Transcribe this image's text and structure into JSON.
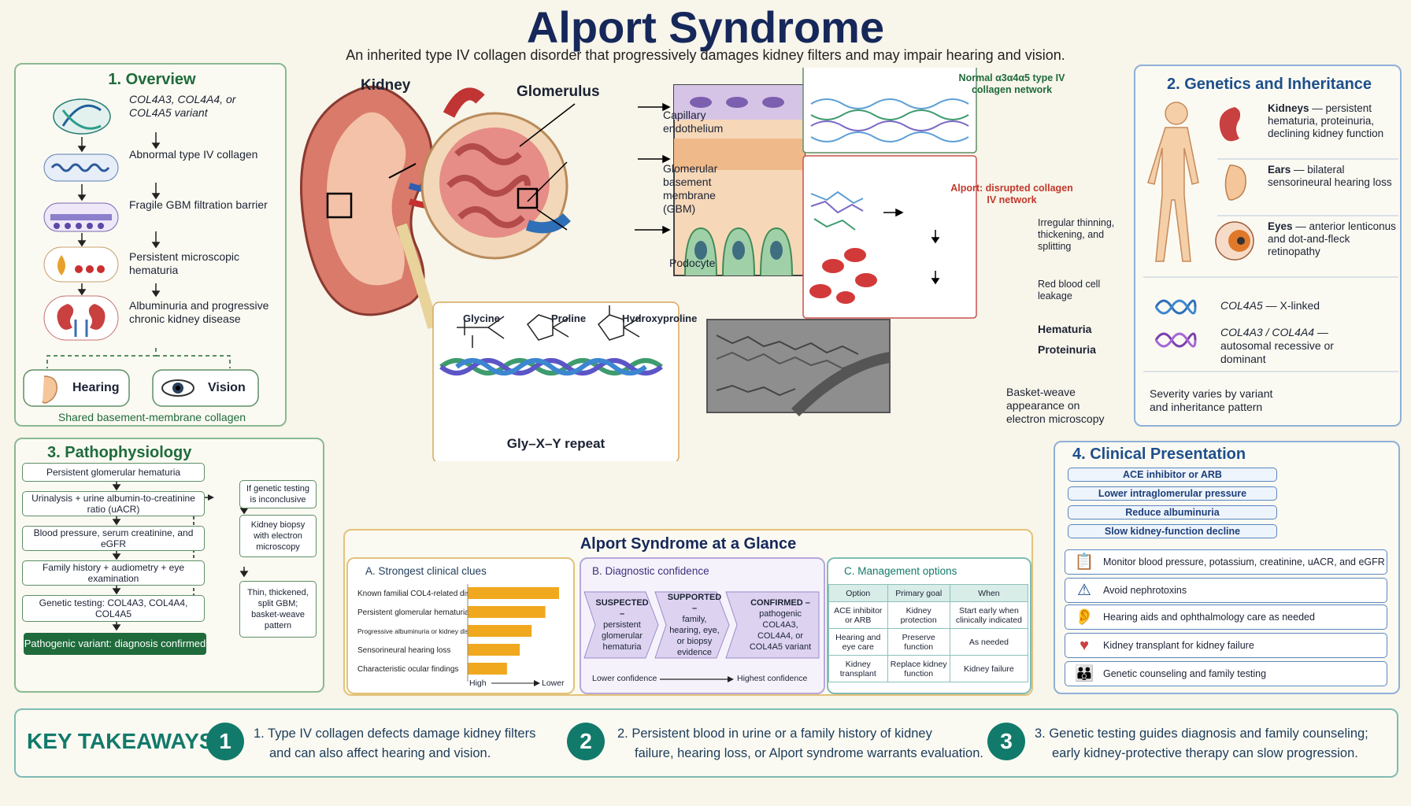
{
  "header": {
    "title": "Alport Syndrome",
    "subtitle": "An inherited type IV collagen disorder that progressively damages kidney filters and may impair hearing and vision."
  },
  "overview": {
    "heading": "1. Overview",
    "steps": [
      "COL4A3, COL4A4, or COL4A5 variant",
      "Abnormal type IV collagen",
      "Fragile GBM filtration barrier",
      "Persistent microscopic hematuria",
      "Albuminuria and progressive chronic kidney disease"
    ],
    "hearing": "Hearing",
    "vision": "Vision",
    "footer": "Shared basement-membrane collagen"
  },
  "anatomy": {
    "kidney": "Kidney",
    "glomerulus": "Glomerulus",
    "labels": [
      "Capillary endothelium",
      "Glomerular basement membrane (GBM)",
      "Podocyte"
    ],
    "normal_title": "Normal α3α4α5 type IV collagen network",
    "alport_title": "Alport: disrupted collagen IV network",
    "alport_steps": [
      "Irregular thinning, thickening, and splitting",
      "Red blood cell leakage",
      "Hematuria",
      "Proteinuria"
    ],
    "em_caption": "Basket-weave appearance on electron microscopy",
    "amino": [
      "Glycine",
      "Proline",
      "Hydroxyproline"
    ],
    "repeat": "Gly–X–Y  repeat"
  },
  "genetics": {
    "heading": "2. Genetics and Inheritance",
    "organs": [
      {
        "name": "Kidneys",
        "desc": " — persistent hematuria, proteinuria, declining kidney function"
      },
      {
        "name": "Ears",
        "desc": " — bilateral sensorineural hearing loss"
      },
      {
        "name": "Eyes",
        "desc": " — anterior lenticonus and dot-and-fleck retinopathy"
      }
    ],
    "genes": [
      {
        "gene": "COL4A5",
        "desc": " — X-linked"
      },
      {
        "gene": "COL4A3 / COL4A4",
        "desc": " — autosomal recessive or dominant"
      }
    ],
    "note": "Severity varies by variant and inheritance pattern"
  },
  "patho": {
    "heading": "3. Pathophysiology",
    "steps": [
      "Persistent glomerular hematuria",
      "Urinalysis + urine albumin-to-creatinine ratio (uACR)",
      "Blood pressure, serum creatinine, and eGFR",
      "Family history + audiometry + eye examination",
      "Genetic testing: COL4A3, COL4A4, COL4A5"
    ],
    "final": "Pathogenic variant: diagnosis confirmed",
    "side": [
      "If genetic testing is inconclusive",
      "Kidney biopsy with electron microscopy",
      "Thin, thickened, split GBM; basket-weave pattern"
    ]
  },
  "glance": {
    "heading": "Alport Syndrome at a Glance",
    "clues_heading": "A. Strongest clinical clues",
    "confidence_heading": "B. Diagnostic confidence",
    "management_heading": "C. Management options",
    "high": "High",
    "lower": "Lower",
    "chevrons": [
      {
        "title": "SUSPECTED –",
        "text": "persistent glomerular hematuria"
      },
      {
        "title": "SUPPORTED –",
        "text": "family, hearing, eye, or biopsy evidence"
      },
      {
        "title": "CONFIRMED –",
        "text": "pathogenic COL4A3, COL4A4, or COL4A5 variant"
      }
    ],
    "lower_confidence": "Lower confidence",
    "highest_confidence": "Highest confidence",
    "table": {
      "headers": [
        "Option",
        "Primary goal",
        "When"
      ],
      "rows": [
        [
          "ACE inhibitor or ARB",
          "Kidney protection",
          "Start early when clinically indicated"
        ],
        [
          "Hearing and eye care",
          "Preserve function",
          "As needed"
        ],
        [
          "Kidney transplant",
          "Replace kidney function",
          "Kidney failure"
        ]
      ]
    }
  },
  "chart_data": {
    "type": "bar",
    "categories": [
      "Known familial COL4-related disease",
      "Persistent glomerular hematuria",
      "Progressive albuminuria or kidney disease",
      "Sensorineural hearing loss",
      "Characteristic ocular findings"
    ],
    "values": [
      100,
      85,
      70,
      57,
      43
    ],
    "orientation": "horizontal",
    "color": "#f0a81e"
  },
  "clinical": {
    "heading": "4. Clinical Presentation",
    "flow": [
      "ACE inhibitor or ARB",
      "Lower intraglomerular pressure",
      "Reduce albuminuria",
      "Slow kidney-function decline"
    ],
    "items": [
      {
        "icon": "clipboard-icon",
        "glyph": "📋",
        "text": "Monitor blood pressure, potassium, creatinine, uACR, and eGFR"
      },
      {
        "icon": "warning-icon",
        "glyph": "⚠",
        "text": "Avoid nephrotoxins"
      },
      {
        "icon": "ear-eye-icon",
        "glyph": "👂",
        "text": "Hearing aids and ophthalmology care as needed"
      },
      {
        "icon": "kidney-icon",
        "glyph": "♥",
        "text": "Kidney transplant for kidney failure"
      },
      {
        "icon": "family-icon",
        "glyph": "👪",
        "text": "Genetic counseling and family testing"
      }
    ]
  },
  "takeaways": {
    "heading": "KEY TAKEAWAYS",
    "items": [
      {
        "num": "1",
        "line1": "1. Type IV collagen defects damage kidney filters",
        "line2": "and can also affect hearing and vision."
      },
      {
        "num": "2",
        "line1": "2. Persistent blood in urine or a family history of kidney",
        "line2": "failure, hearing loss, or Alport syndrome warrants evaluation."
      },
      {
        "num": "3",
        "line1": "3. Genetic testing guides diagnosis and family counseling;",
        "line2": "early kidney-protective therapy can slow progression."
      }
    ]
  },
  "colors": {
    "navy": "#16285a",
    "green": "#1f6b3b",
    "teal": "#127a6b",
    "red": "#c0392b",
    "bar": "#f0a81e"
  }
}
